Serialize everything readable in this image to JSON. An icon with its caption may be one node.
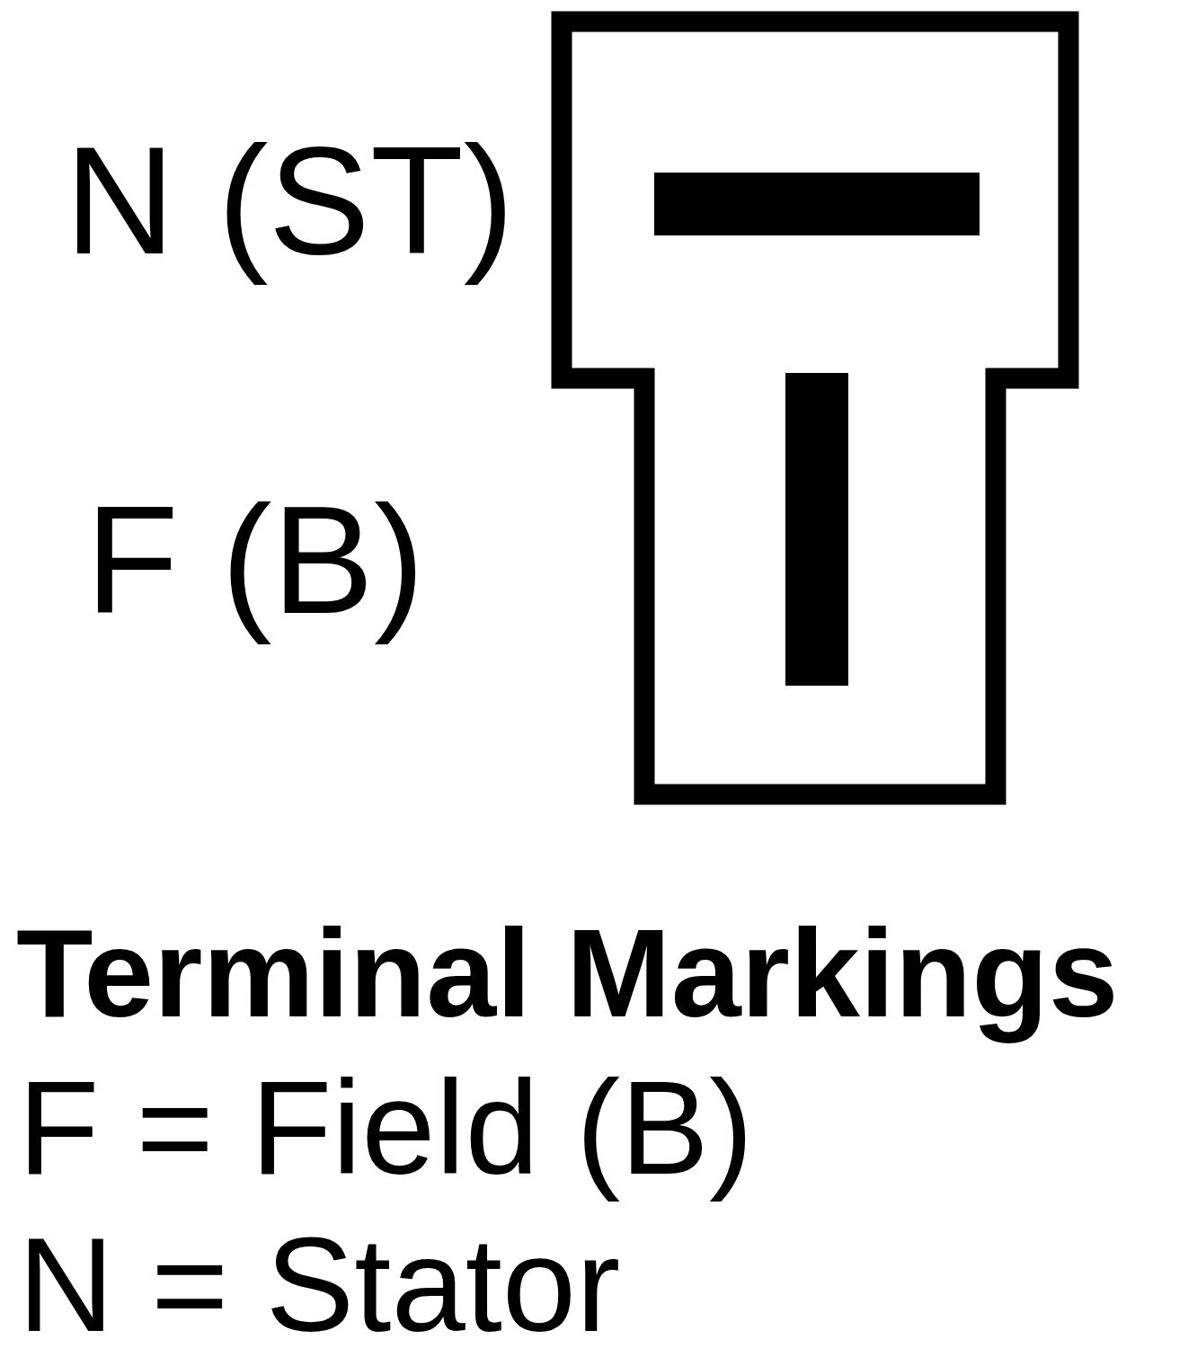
{
  "diagram": {
    "title": "Terminal Markings",
    "labels": [
      "N (ST)",
      "F (B)",
      "F = Field (B)",
      "N = Stator"
    ]
  }
}
